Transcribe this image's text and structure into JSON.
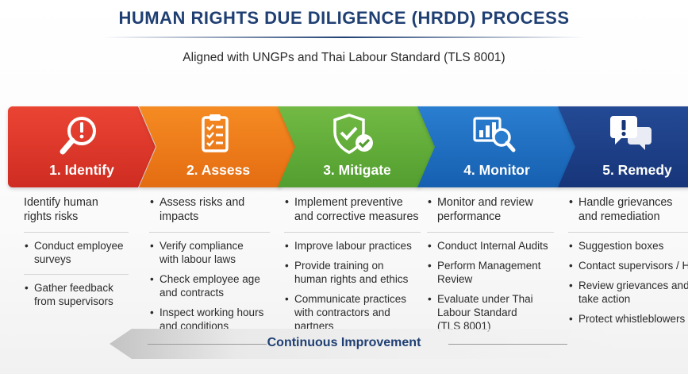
{
  "header": {
    "title": "HUMAN RIGHTS DUE DILIGENCE (HRDD) PROCESS",
    "subtitle": "Aligned with UNGPs and Thai Labour Standard (TLS 8001)"
  },
  "colors": {
    "title": "#1f3f73",
    "identify": "#e23a2e",
    "assess": "#f07a1a",
    "mitigate": "#62ad3a",
    "monitor": "#1f6fc0",
    "remedy": "#1d3f86"
  },
  "stages": [
    {
      "label": "1. Identify",
      "icon": "alert-magnifier-icon",
      "lead": [
        "Identify human",
        "rights risks"
      ],
      "items": [
        [
          "Conduct employee",
          "surveys"
        ],
        [
          "Gather feedback",
          "from supervisors"
        ]
      ]
    },
    {
      "label": "2. Assess",
      "icon": "checklist-icon",
      "lead": [
        "Assess risks and",
        "impacts"
      ],
      "items": [
        [
          "Verify compliance",
          "with labour laws"
        ],
        [
          "Check employee age",
          "and contracts"
        ],
        [
          "Inspect working hours",
          "and conditions"
        ]
      ]
    },
    {
      "label": "3. Mitigate",
      "icon": "shield-check-icon",
      "lead": [
        "Implement preventive",
        "and corrective measures"
      ],
      "items": [
        [
          "Improve labour practices"
        ],
        [
          "Provide training on",
          "human rights and ethics"
        ],
        [
          "Communicate practices",
          "with contractors and",
          "partners"
        ]
      ]
    },
    {
      "label": "4. Monitor",
      "icon": "chart-magnifier-icon",
      "lead": [
        "Monitor and review",
        "performance"
      ],
      "items": [
        [
          "Conduct Internal Audits"
        ],
        [
          "Perform Management",
          "Review"
        ],
        [
          "Evaluate under Thai",
          "Labour Standard",
          "(TLS 8001)"
        ]
      ]
    },
    {
      "label": "5. Remedy",
      "icon": "chat-alert-icon",
      "lead": [
        "Handle grievances",
        "and remediation"
      ],
      "items": [
        [
          "Suggestion boxes"
        ],
        [
          "Contact supervisors / HR"
        ],
        [
          "Review grievances and",
          "take action"
        ],
        [
          "Protect whistleblowers"
        ]
      ]
    }
  ],
  "footer": {
    "label": "Continuous Improvement"
  }
}
